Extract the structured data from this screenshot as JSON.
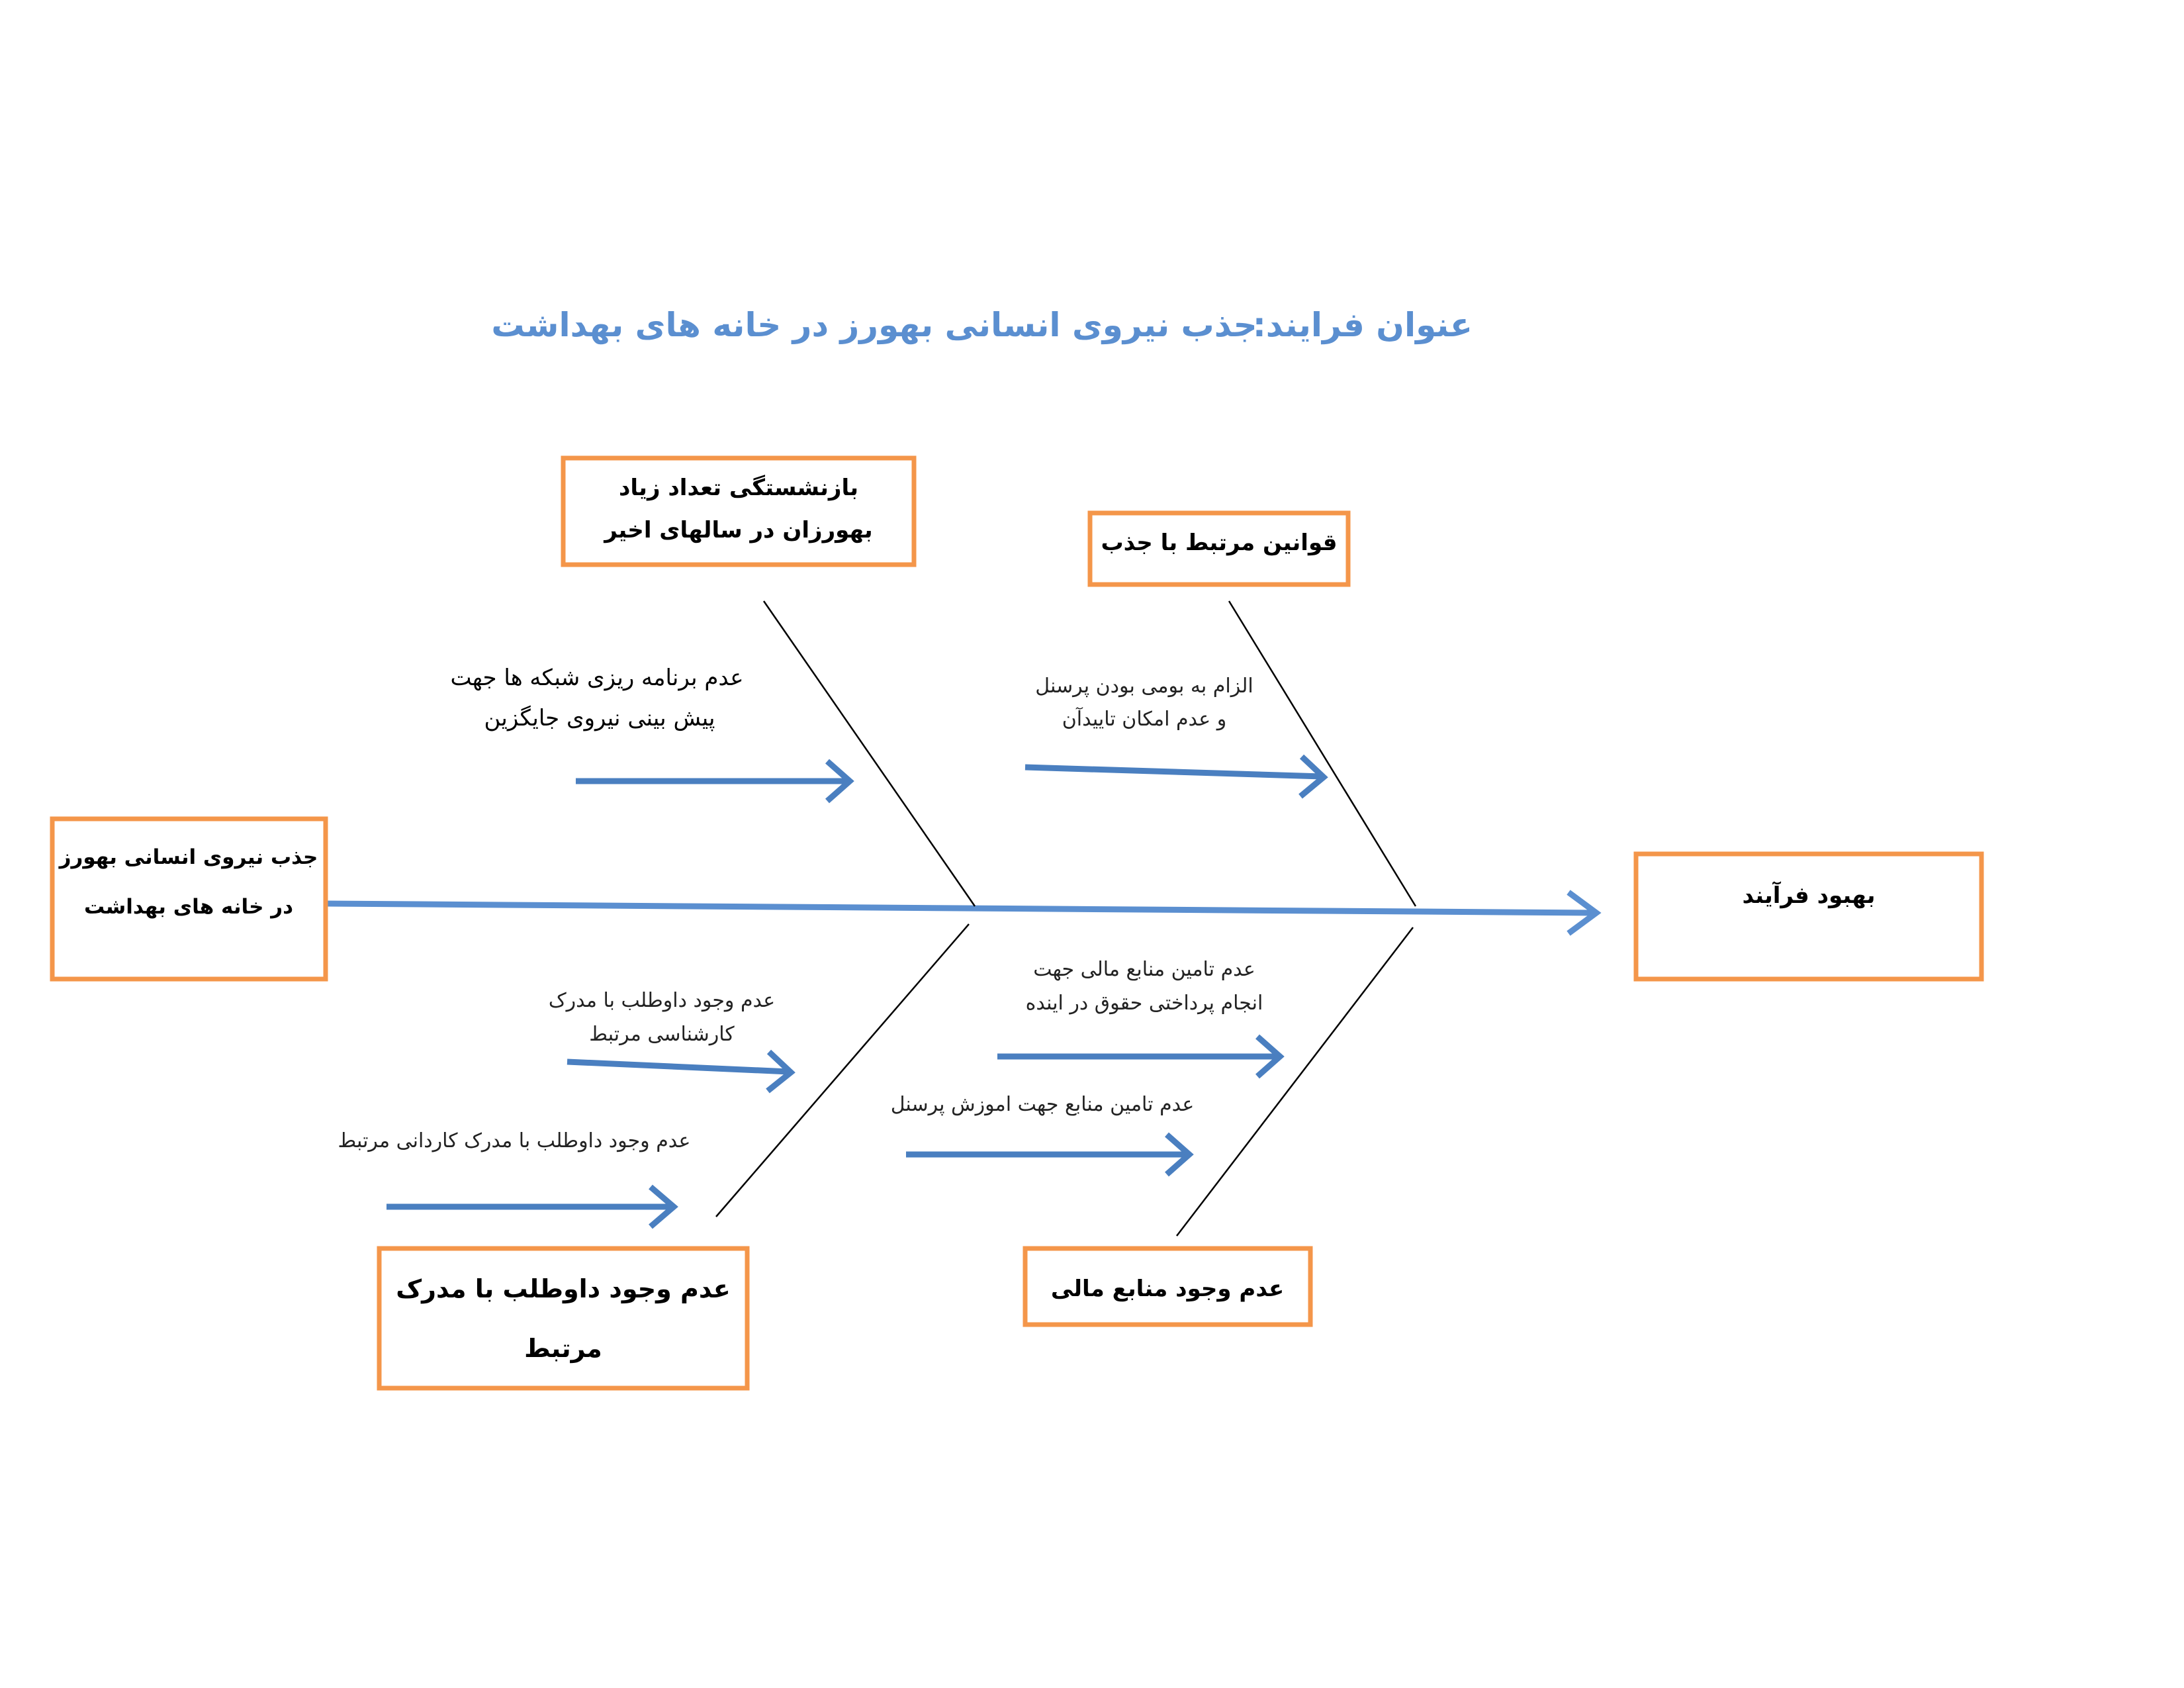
{
  "title": {
    "label": "عنوان فرایند:",
    "text": "جذب نیروی انسانی بهورز در خانه های بهداشت"
  },
  "problem_box": {
    "line1": "جذب نیروی انسانی بهورز",
    "line2": "در خانه های بهداشت"
  },
  "effect_box": {
    "text": "بهبود فرآیند"
  },
  "categories": {
    "retirement": {
      "line1": "بازنشستگی تعداد زیاد",
      "line2": "بهورزان در سالهای اخیر"
    },
    "laws": {
      "line1": "قوانین مرتبط با جذب"
    },
    "qualified_volunteers": {
      "line1": "عدم وجود داوطلب با مدرک",
      "line2": "مرتبط"
    },
    "financial": {
      "line1": "عدم وجود منابع مالی"
    }
  },
  "causes": {
    "network_planning": {
      "line1": "عدم برنامه ریزی شبکه ها  جهت",
      "line2": "پیش بینی نیروی جایگزین"
    },
    "local_requirement": {
      "line1": "الزام به بومی بودن پرسنل",
      "line2": "و عدم امکان تاییدآن"
    },
    "bachelor": {
      "line1": "عدم وجود داوطلب با مدرک",
      "line2": "کارشناسی مرتبط"
    },
    "associate": {
      "line1": "عدم وجود داوطلب با مدرک کاردانی مرتبط"
    },
    "salary_funding": {
      "line1": "عدم تامین منابع مالی جهت",
      "line2": "انجام پرداختی حقوق در اینده"
    },
    "training_funding": {
      "line1": "عدم تامین منابع جهت اموزش پرسنل"
    }
  },
  "colors": {
    "title": "#5b8fd0",
    "box_border": "#f4964a",
    "arrow": "#4a7fc0"
  }
}
